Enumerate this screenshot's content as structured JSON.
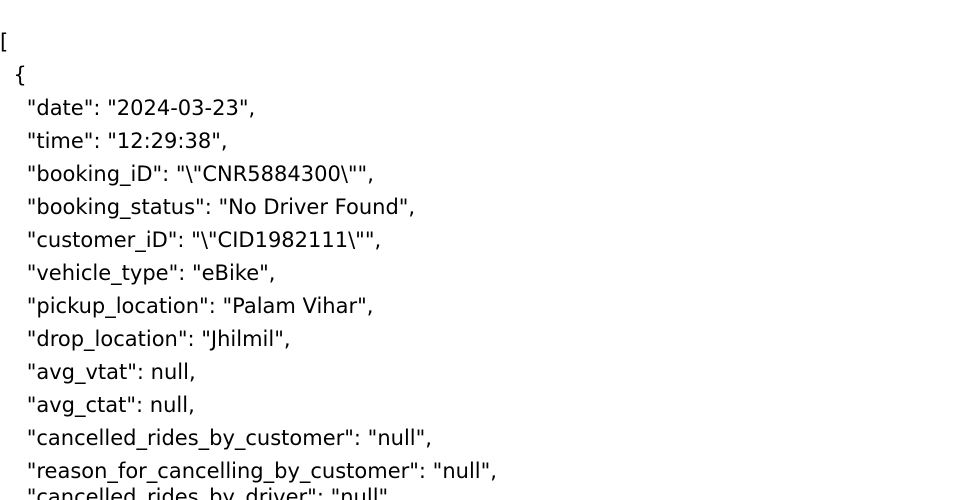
{
  "document": {
    "lines": [
      "[",
      "  {",
      "    \"date\": \"2024-03-23\",",
      "    \"time\": \"12:29:38\",",
      "    \"booking_iD\": \"\\\"CNR5884300\\\"\",",
      "    \"booking_status\": \"No Driver Found\",",
      "    \"customer_iD\": \"\\\"CID1982111\\\"\",",
      "    \"vehicle_type\": \"eBike\",",
      "    \"pickup_location\": \"Palam Vihar\",",
      "    \"drop_location\": \"Jhilmil\",",
      "    \"avg_vtat\": null,",
      "    \"avg_ctat\": null,",
      "    \"cancelled_rides_by_customer\": \"null\",",
      "    \"reason_for_cancelling_by_customer\": \"null\",",
      "    \"cancelled_rides_by_driver\": \"null\","
    ]
  }
}
